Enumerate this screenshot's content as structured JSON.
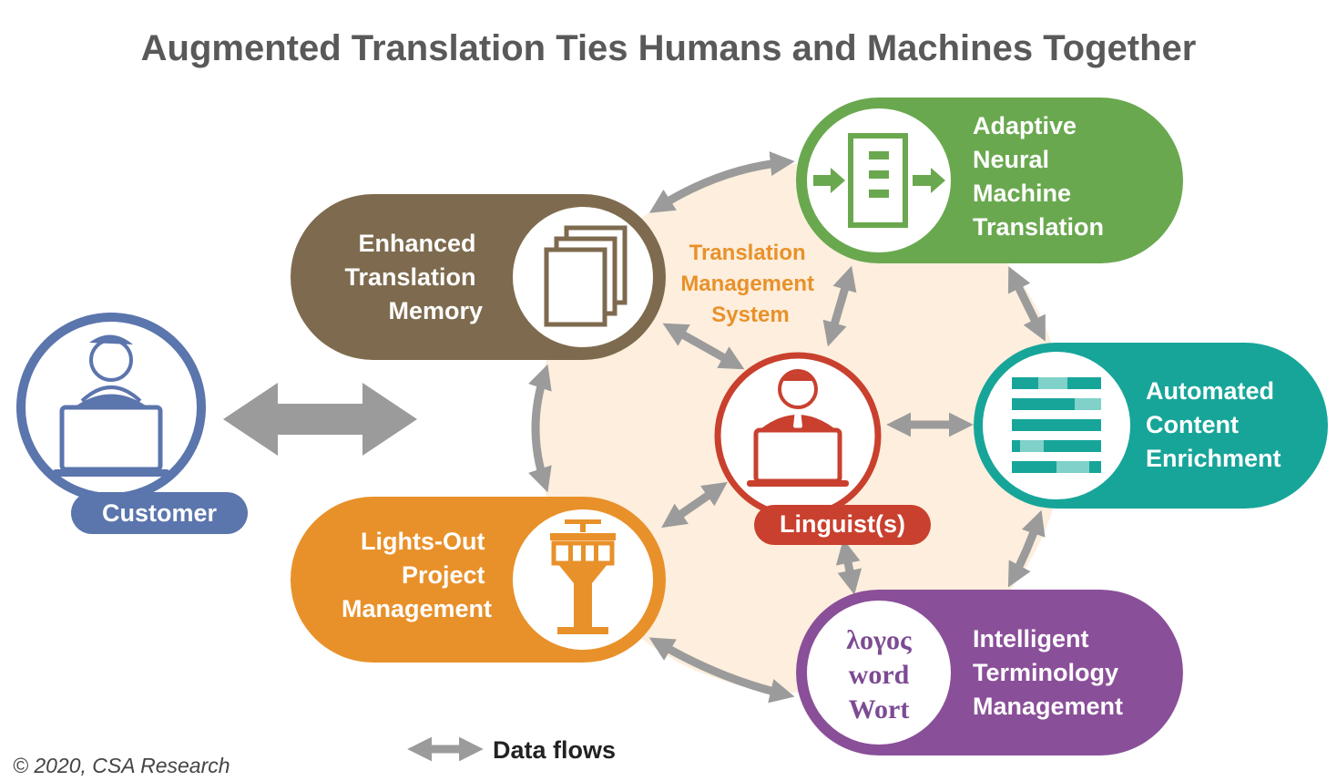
{
  "title": "Augmented Translation Ties Humans and Machines Together",
  "center": {
    "label_lines": [
      "Translation",
      "Management",
      "System"
    ],
    "linguist_label": "Linguist(s)"
  },
  "customer": {
    "label": "Customer"
  },
  "nodes": {
    "memory": {
      "lines": [
        "Enhanced",
        "Translation",
        "Memory"
      ],
      "color": "#7e6a4e",
      "icon": "stacked-documents-icon"
    },
    "mt": {
      "lines": [
        "Adaptive",
        "Neural",
        "Machine",
        "Translation"
      ],
      "color": "#6aa84f",
      "icon": "machine-translation-icon"
    },
    "enrichment": {
      "lines": [
        "Automated",
        "Content",
        "Enrichment"
      ],
      "color": "#17a599",
      "icon": "content-enrichment-icon"
    },
    "terminology": {
      "lines": [
        "Intelligent",
        "Terminology",
        "Management"
      ],
      "color": "#8a4f99",
      "icon": "terminology-icon",
      "terms": [
        "λογος",
        "word",
        "Wort"
      ]
    },
    "project": {
      "lines": [
        "Lights-Out",
        "Project",
        "Management"
      ],
      "color": "#e8912a",
      "icon": "control-tower-icon"
    }
  },
  "colors": {
    "customer": "#5b75ad",
    "linguist": "#c9402e",
    "tms_background": "#fdeedd",
    "arrow": "#9b9b9b"
  },
  "legend": {
    "label": "Data flows"
  },
  "copyright": "© 2020, CSA Research"
}
